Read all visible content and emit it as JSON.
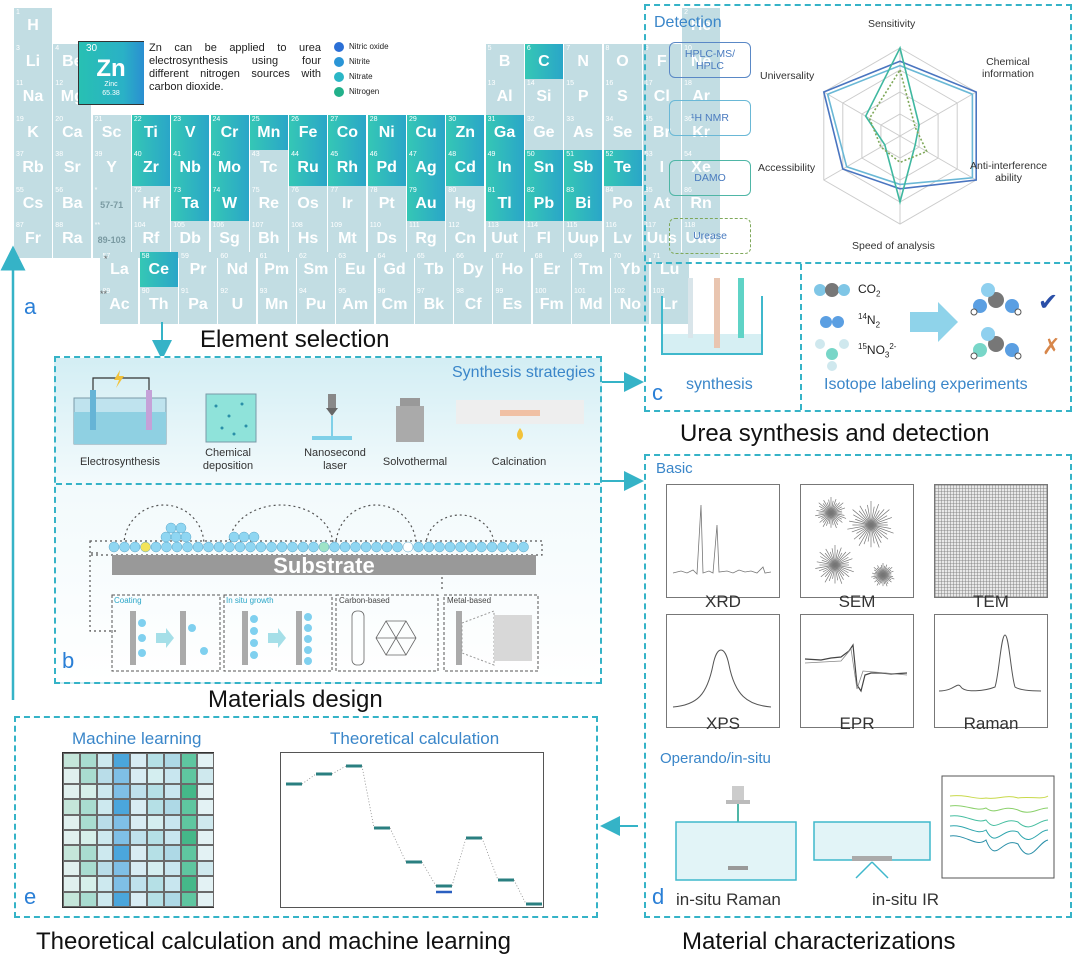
{
  "section_titles": {
    "element_selection": "Element selection",
    "materials_design": "Materials design",
    "urea_synthesis": "Urea synthesis and detection",
    "material_characterizations": "Material characterizations",
    "theory_ml": "Theoretical calculation and machine learning"
  },
  "panel_letters": {
    "a": "a",
    "b": "b",
    "c": "c",
    "d": "d",
    "e": "e"
  },
  "periodic_table": {
    "rows": [
      [
        {
          "n": "1",
          "s": "H",
          "col": 0
        },
        {
          "n": "2",
          "s": "He",
          "col": 17
        }
      ],
      [
        {
          "n": "3",
          "s": "Li",
          "col": 0
        },
        {
          "n": "4",
          "s": "Be",
          "col": 1
        },
        {
          "n": "5",
          "s": "B",
          "col": 12
        },
        {
          "n": "6",
          "s": "C",
          "col": 13,
          "hl": true
        },
        {
          "n": "7",
          "s": "N",
          "col": 14
        },
        {
          "n": "8",
          "s": "O",
          "col": 15
        },
        {
          "n": "9",
          "s": "F",
          "col": 16
        },
        {
          "n": "10",
          "s": "Ne",
          "col": 17
        }
      ],
      [
        {
          "n": "11",
          "s": "Na",
          "col": 0
        },
        {
          "n": "12",
          "s": "Mg",
          "col": 1
        },
        {
          "n": "13",
          "s": "Al",
          "col": 12
        },
        {
          "n": "14",
          "s": "Si",
          "col": 13
        },
        {
          "n": "15",
          "s": "P",
          "col": 14
        },
        {
          "n": "16",
          "s": "S",
          "col": 15
        },
        {
          "n": "17",
          "s": "Cl",
          "col": 16
        },
        {
          "n": "18",
          "s": "Ar",
          "col": 17
        }
      ],
      [
        {
          "n": "19",
          "s": "K",
          "col": 0
        },
        {
          "n": "20",
          "s": "Ca",
          "col": 1
        },
        {
          "n": "21",
          "s": "Sc",
          "col": 2
        },
        {
          "n": "22",
          "s": "Ti",
          "col": 3,
          "hl": true
        },
        {
          "n": "23",
          "s": "V",
          "col": 4,
          "hl": true
        },
        {
          "n": "24",
          "s": "Cr",
          "col": 5,
          "hl": true
        },
        {
          "n": "25",
          "s": "Mn",
          "col": 6,
          "hl": true
        },
        {
          "n": "26",
          "s": "Fe",
          "col": 7,
          "hl": true
        },
        {
          "n": "27",
          "s": "Co",
          "col": 8,
          "hl": true
        },
        {
          "n": "28",
          "s": "Ni",
          "col": 9,
          "hl": true
        },
        {
          "n": "29",
          "s": "Cu",
          "col": 10,
          "hl": true
        },
        {
          "n": "30",
          "s": "Zn",
          "col": 11,
          "hl": true
        },
        {
          "n": "31",
          "s": "Ga",
          "col": 12,
          "hl": true
        },
        {
          "n": "32",
          "s": "Ge",
          "col": 13
        },
        {
          "n": "33",
          "s": "As",
          "col": 14
        },
        {
          "n": "34",
          "s": "Se",
          "col": 15
        },
        {
          "n": "35",
          "s": "Br",
          "col": 16
        },
        {
          "n": "36",
          "s": "Kr",
          "col": 17
        }
      ],
      [
        {
          "n": "37",
          "s": "Rb",
          "col": 0
        },
        {
          "n": "38",
          "s": "Sr",
          "col": 1
        },
        {
          "n": "39",
          "s": "Y",
          "col": 2
        },
        {
          "n": "40",
          "s": "Zr",
          "col": 3,
          "hl": true
        },
        {
          "n": "41",
          "s": "Nb",
          "col": 4,
          "hl": true
        },
        {
          "n": "42",
          "s": "Mo",
          "col": 5,
          "hl": true
        },
        {
          "n": "43",
          "s": "Tc",
          "col": 6
        },
        {
          "n": "44",
          "s": "Ru",
          "col": 7,
          "hl": true
        },
        {
          "n": "45",
          "s": "Rh",
          "col": 8,
          "hl": true
        },
        {
          "n": "46",
          "s": "Pd",
          "col": 9,
          "hl": true
        },
        {
          "n": "47",
          "s": "Ag",
          "col": 10,
          "hl": true
        },
        {
          "n": "48",
          "s": "Cd",
          "col": 11,
          "hl": true
        },
        {
          "n": "49",
          "s": "In",
          "col": 12,
          "hl": true
        },
        {
          "n": "50",
          "s": "Sn",
          "col": 13,
          "hl": true
        },
        {
          "n": "51",
          "s": "Sb",
          "col": 14,
          "hl": true
        },
        {
          "n": "52",
          "s": "Te",
          "col": 15,
          "hl": true
        },
        {
          "n": "53",
          "s": "I",
          "col": 16
        },
        {
          "n": "54",
          "s": "Xe",
          "col": 17
        }
      ],
      [
        {
          "n": "55",
          "s": "Cs",
          "col": 0
        },
        {
          "n": "56",
          "s": "Ba",
          "col": 1
        },
        {
          "n": "*",
          "s": "57-71",
          "col": 2,
          "ph": true
        },
        {
          "n": "72",
          "s": "Hf",
          "col": 3
        },
        {
          "n": "73",
          "s": "Ta",
          "col": 4,
          "hl": true
        },
        {
          "n": "74",
          "s": "W",
          "col": 5,
          "hl": true
        },
        {
          "n": "75",
          "s": "Re",
          "col": 6
        },
        {
          "n": "76",
          "s": "Os",
          "col": 7
        },
        {
          "n": "77",
          "s": "Ir",
          "col": 8
        },
        {
          "n": "78",
          "s": "Pt",
          "col": 9
        },
        {
          "n": "79",
          "s": "Au",
          "col": 10,
          "hl": true
        },
        {
          "n": "80",
          "s": "Hg",
          "col": 11
        },
        {
          "n": "81",
          "s": "Tl",
          "col": 12,
          "hl": true
        },
        {
          "n": "82",
          "s": "Pb",
          "col": 13,
          "hl": true
        },
        {
          "n": "83",
          "s": "Bi",
          "col": 14,
          "hl": true
        },
        {
          "n": "84",
          "s": "Po",
          "col": 15
        },
        {
          "n": "85",
          "s": "At",
          "col": 16
        },
        {
          "n": "86",
          "s": "Rn",
          "col": 17
        }
      ],
      [
        {
          "n": "87",
          "s": "Fr",
          "col": 0
        },
        {
          "n": "88",
          "s": "Ra",
          "col": 1
        },
        {
          "n": "**",
          "s": "89-103",
          "col": 2,
          "ph": true
        },
        {
          "n": "104",
          "s": "Rf",
          "col": 3
        },
        {
          "n": "105",
          "s": "Db",
          "col": 4
        },
        {
          "n": "106",
          "s": "Sg",
          "col": 5
        },
        {
          "n": "107",
          "s": "Bh",
          "col": 6
        },
        {
          "n": "108",
          "s": "Hs",
          "col": 7
        },
        {
          "n": "109",
          "s": "Mt",
          "col": 8
        },
        {
          "n": "110",
          "s": "Ds",
          "col": 9
        },
        {
          "n": "111",
          "s": "Rg",
          "col": 10
        },
        {
          "n": "112",
          "s": "Cn",
          "col": 11
        },
        {
          "n": "113",
          "s": "Uut",
          "col": 12
        },
        {
          "n": "114",
          "s": "Fl",
          "col": 13
        },
        {
          "n": "115",
          "s": "Uup",
          "col": 14
        },
        {
          "n": "116",
          "s": "Lv",
          "col": 15
        },
        {
          "n": "117",
          "s": "Uus",
          "col": 16
        },
        {
          "n": "118",
          "s": "Uuo",
          "col": 17
        }
      ]
    ],
    "lanthanides": [
      {
        "n": "57",
        "s": "La"
      },
      {
        "n": "58",
        "s": "Ce",
        "hl": true
      },
      {
        "n": "59",
        "s": "Pr"
      },
      {
        "n": "60",
        "s": "Nd"
      },
      {
        "n": "61",
        "s": "Pm"
      },
      {
        "n": "62",
        "s": "Sm"
      },
      {
        "n": "63",
        "s": "Eu"
      },
      {
        "n": "64",
        "s": "Gd"
      },
      {
        "n": "65",
        "s": "Tb"
      },
      {
        "n": "66",
        "s": "Dy"
      },
      {
        "n": "67",
        "s": "Ho"
      },
      {
        "n": "68",
        "s": "Er"
      },
      {
        "n": "69",
        "s": "Tm"
      },
      {
        "n": "70",
        "s": "Yb"
      },
      {
        "n": "71",
        "s": "Lu"
      }
    ],
    "actinides": [
      {
        "n": "89",
        "s": "Ac"
      },
      {
        "n": "90",
        "s": "Th"
      },
      {
        "n": "91",
        "s": "Pa"
      },
      {
        "n": "92",
        "s": "U"
      },
      {
        "n": "93",
        "s": "Mn"
      },
      {
        "n": "94",
        "s": "Pu"
      },
      {
        "n": "95",
        "s": "Am"
      },
      {
        "n": "96",
        "s": "Cm"
      },
      {
        "n": "97",
        "s": "Bk"
      },
      {
        "n": "98",
        "s": "Cf"
      },
      {
        "n": "99",
        "s": "Es"
      },
      {
        "n": "100",
        "s": "Fm"
      },
      {
        "n": "101",
        "s": "Md"
      },
      {
        "n": "102",
        "s": "No"
      },
      {
        "n": "103",
        "s": "Lr"
      }
    ],
    "lanthanide_marker": "*",
    "actinide_marker": "**",
    "zn_card": {
      "number": "30",
      "symbol": "Zn",
      "name": "Zinc",
      "mass": "65.38"
    },
    "zn_note": "Zn can be applied to urea electrosynthesis using four different nitrogen sources with carbon dioxide.",
    "legend": [
      {
        "label": "Nitric oxide",
        "color": "#2b6fd6"
      },
      {
        "label": "Nitrite",
        "color": "#2a95d6"
      },
      {
        "label": "Nitrate",
        "color": "#2bb6c6"
      },
      {
        "label": "Nitrogen",
        "color": "#22b08a"
      }
    ]
  },
  "detection": {
    "title": "Detection",
    "methods": [
      "HPLC-MS/\nHPLC",
      "¹H NMR",
      "DAMO",
      "Urease"
    ],
    "radar_axes": [
      "Sensitivity",
      "Chemical\ninformation",
      "Anti-interference\nability",
      "Speed of analysis",
      "Accessibility",
      "Universality"
    ]
  },
  "synthesis_panel": {
    "synthesis_label": "synthesis",
    "isotope_label": "Isotope labeling experiments",
    "molecules": [
      "CO",
      "2",
      "14",
      "N",
      "2",
      "15",
      "NO",
      "3",
      "2-"
    ],
    "check_mark": "✔",
    "cross_mark": "✗"
  },
  "materials": {
    "strategies_title": "Synthesis strategies",
    "strategies": [
      "Electrosynthesis",
      "Chemical\ndeposition",
      "Nanosecond\nlaser",
      "Solvothermal",
      "Calcination"
    ],
    "substrate_label": "Substrate",
    "sub_panels": [
      "Coating",
      "In situ growth",
      "Carbon-based",
      "Metal-based"
    ]
  },
  "characterization": {
    "basic_title": "Basic",
    "techniques": [
      "XRD",
      "SEM",
      "TEM",
      "XPS",
      "EPR",
      "Raman"
    ],
    "operando_title": "Operando/in-situ",
    "operando": [
      "in-situ Raman",
      "in-situ IR"
    ]
  },
  "theory": {
    "ml_title": "Machine learning",
    "calc_title": "Theoretical calculation"
  }
}
